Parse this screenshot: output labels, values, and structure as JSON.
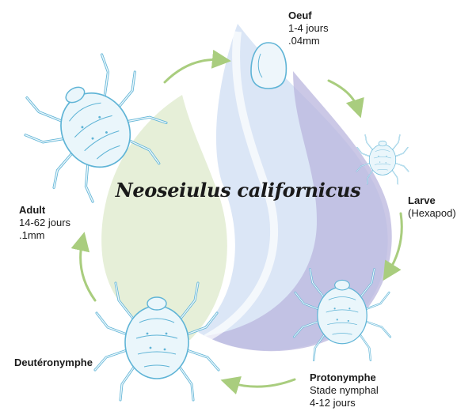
{
  "title": "Neoseiulus californicus",
  "stages": {
    "egg": {
      "name": "Oeuf",
      "line1": "1-4 jours",
      "line2": ".04mm"
    },
    "larva": {
      "name": "Larve",
      "line1": "(Hexapod)"
    },
    "protonymph": {
      "name": "Protonymphe",
      "line1": "Stade nymphal",
      "line2": "4-12 jours"
    },
    "deutonymph": {
      "name": "Deutéronymphe"
    },
    "adult": {
      "name": "Adult",
      "line1": "14-62 jours",
      "line2": ".1mm"
    }
  },
  "colors": {
    "leaf_green": "#e6efd8",
    "drop_blue": "#dbe6f6",
    "drop_purple": "#b9b6dd",
    "arrow_green": "#a9cd7e",
    "mite_stroke": "#5fb4d6",
    "mite_fill": "#eaf6fb"
  },
  "icons": [
    "egg-icon",
    "larva-mite-icon",
    "protonymph-mite-icon",
    "deutonymph-mite-icon",
    "adult-mite-icon",
    "cycle-arrow-icon"
  ]
}
